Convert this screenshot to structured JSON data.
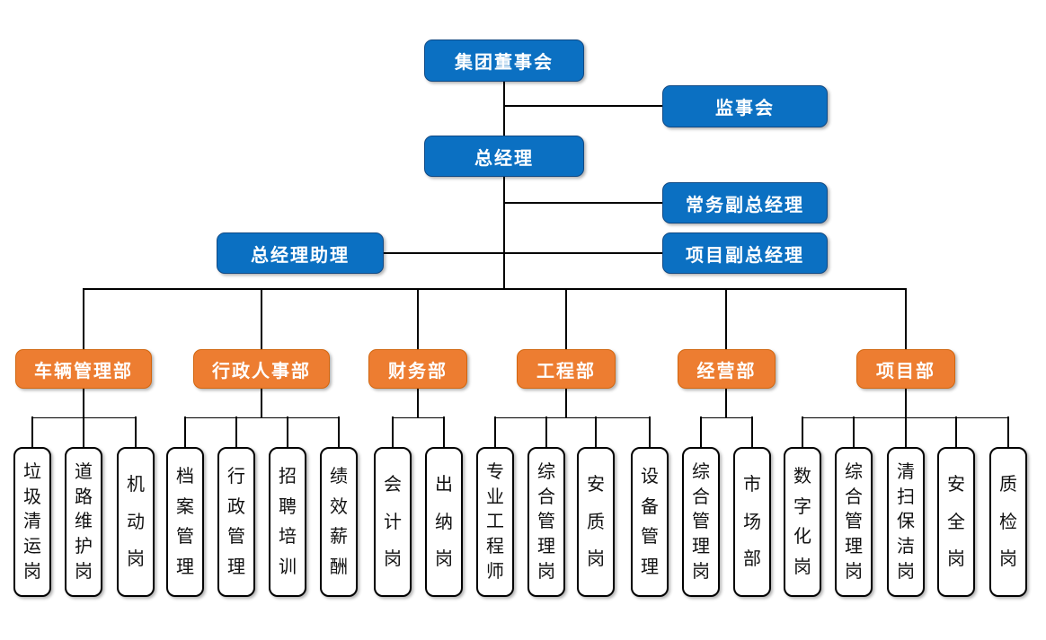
{
  "org": {
    "nodes": {
      "board": "集团董事会",
      "supervisory": "监事会",
      "gm": "总经理",
      "deputy_exec": "常务副总经理",
      "gm_assistant": "总经理助理",
      "deputy_project": "项目副总经理"
    },
    "departments": [
      {
        "name": "车辆管理部",
        "posts": [
          "垃圾清运岗",
          "道路维护岗",
          "机动岗"
        ]
      },
      {
        "name": "行政人事部",
        "posts": [
          "档案管理",
          "行政管理",
          "招聘培训",
          "绩效薪酬"
        ]
      },
      {
        "name": "财务部",
        "posts": [
          "会计岗",
          "出纳岗"
        ]
      },
      {
        "name": "工程部",
        "posts": [
          "专业工程师",
          "综合管理岗",
          "安质岗",
          "设备管理"
        ]
      },
      {
        "name": "经营部",
        "posts": [
          "综合管理岗",
          "市场部"
        ]
      },
      {
        "name": "项目部",
        "posts": [
          "数字化岗",
          "综合管理岗",
          "清扫保洁岗",
          "安全岗",
          "质检岗"
        ]
      }
    ],
    "colors": {
      "exec_fill": "#0b70c2",
      "exec_border": "#114a85",
      "dept_fill": "#ED7D31",
      "dept_border": "#d2660f",
      "post_fill": "#ffffff",
      "post_border": "#000000",
      "line": "#000000",
      "exec_text": "#ffffff",
      "post_text": "#111111"
    }
  }
}
